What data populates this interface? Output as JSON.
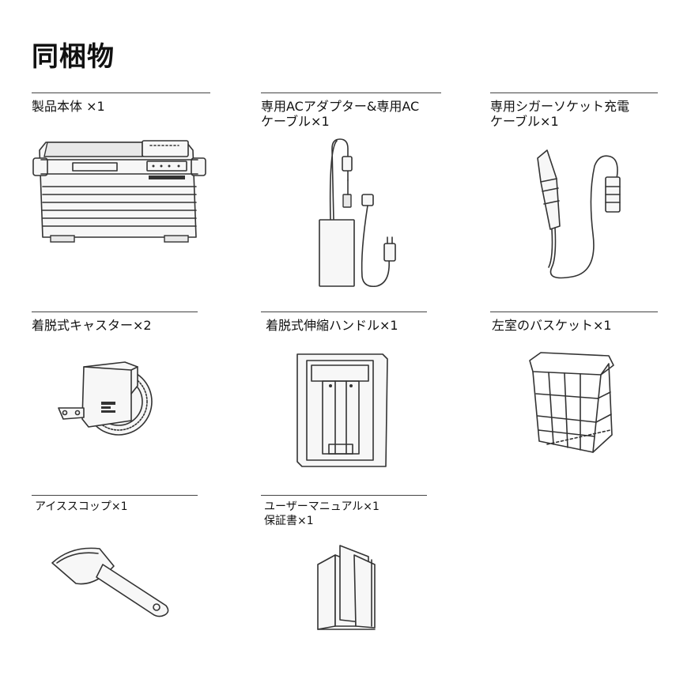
{
  "page": {
    "title": "同梱物"
  },
  "items": [
    {
      "label": "製品本体 ×1",
      "icon": "cooler-unit-icon"
    },
    {
      "label_line1": "専用ACアダプター&専用AC",
      "label_line2": "ケーブル×1",
      "icon": "ac-adapter-icon"
    },
    {
      "label_line1": "専用シガーソケット充電",
      "label_line2": "ケーブル×1",
      "icon": "car-charger-cable-icon"
    },
    {
      "label": "着脱式キャスター×2",
      "icon": "caster-wheel-icon"
    },
    {
      "label": "着脱式伸縮ハンドル×1",
      "icon": "telescopic-handle-icon"
    },
    {
      "label": "左室のバスケット×1",
      "icon": "wire-basket-icon"
    },
    {
      "label": "アイススコップ×1",
      "icon": "ice-scoop-icon"
    },
    {
      "label_line1": "ユーザーマニュアル×1",
      "label_line2": "保証書×1",
      "icon": "manual-booklet-icon"
    }
  ]
}
